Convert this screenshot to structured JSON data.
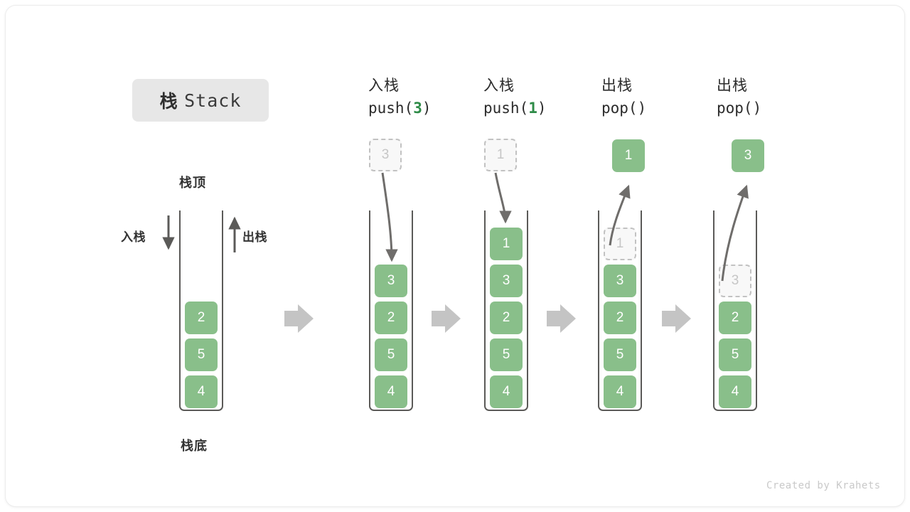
{
  "title": {
    "cn": "栈",
    "en": "Stack"
  },
  "labels": {
    "stack_top": "栈顶",
    "stack_bottom": "栈底",
    "push": "入栈",
    "pop": "出栈"
  },
  "footer": {
    "credit": "Created by Krahets"
  },
  "colors": {
    "cell_green": "#89bf8a",
    "arg_green": "#2e8b47",
    "ghost_border": "#c2c2c2",
    "ghost_fill": "#f8f8f8",
    "tube_border": "#5b5a58",
    "flow_arrow": "#c4c4c4",
    "curve_arrow": "#6f6d6b",
    "badge_bg": "#e7e7e7",
    "footer_text": "#c9c9c9"
  },
  "steps": [
    {
      "id": "initial",
      "head_line1": "",
      "head_line2_prefix": "",
      "head_arg": "",
      "head_line2_suffix": "",
      "cells": [
        "2",
        "5",
        "4"
      ],
      "detached": null,
      "ghost_index": null
    },
    {
      "id": "push-3",
      "head_line1": "入栈",
      "head_line2_prefix": "push(",
      "head_arg": "3",
      "head_line2_suffix": ")",
      "cells": [
        "3",
        "2",
        "5",
        "4"
      ],
      "detached": {
        "value": "3",
        "kind": "ghost",
        "direction": "down"
      },
      "ghost_index": null
    },
    {
      "id": "push-1",
      "head_line1": "入栈",
      "head_line2_prefix": "push(",
      "head_arg": "1",
      "head_line2_suffix": ")",
      "cells": [
        "1",
        "3",
        "2",
        "5",
        "4"
      ],
      "detached": {
        "value": "1",
        "kind": "ghost",
        "direction": "down"
      },
      "ghost_index": null
    },
    {
      "id": "pop-1",
      "head_line1": "出栈",
      "head_line2_prefix": "pop(",
      "head_arg": "",
      "head_line2_suffix": ")",
      "cells": [
        "1",
        "3",
        "2",
        "5",
        "4"
      ],
      "detached": {
        "value": "1",
        "kind": "filled",
        "direction": "up"
      },
      "ghost_index": 0
    },
    {
      "id": "pop-3",
      "head_line1": "出栈",
      "head_line2_prefix": "pop(",
      "head_arg": "",
      "head_line2_suffix": ")",
      "cells": [
        "3",
        "2",
        "5",
        "4"
      ],
      "detached": {
        "value": "3",
        "kind": "filled",
        "direction": "up"
      },
      "ghost_index": 0
    }
  ],
  "chart_data": {
    "type": "diagram",
    "title": "栈 Stack",
    "sequence": [
      {
        "operation": "initial",
        "stack_top_to_bottom": [
          "2",
          "5",
          "4"
        ]
      },
      {
        "operation": "push(3)",
        "stack_top_to_bottom": [
          "3",
          "2",
          "5",
          "4"
        ]
      },
      {
        "operation": "push(1)",
        "stack_top_to_bottom": [
          "1",
          "3",
          "2",
          "5",
          "4"
        ]
      },
      {
        "operation": "pop()",
        "returns": "1",
        "stack_top_to_bottom": [
          "3",
          "2",
          "5",
          "4"
        ]
      },
      {
        "operation": "pop()",
        "returns": "3",
        "stack_top_to_bottom": [
          "2",
          "5",
          "4"
        ]
      }
    ]
  }
}
